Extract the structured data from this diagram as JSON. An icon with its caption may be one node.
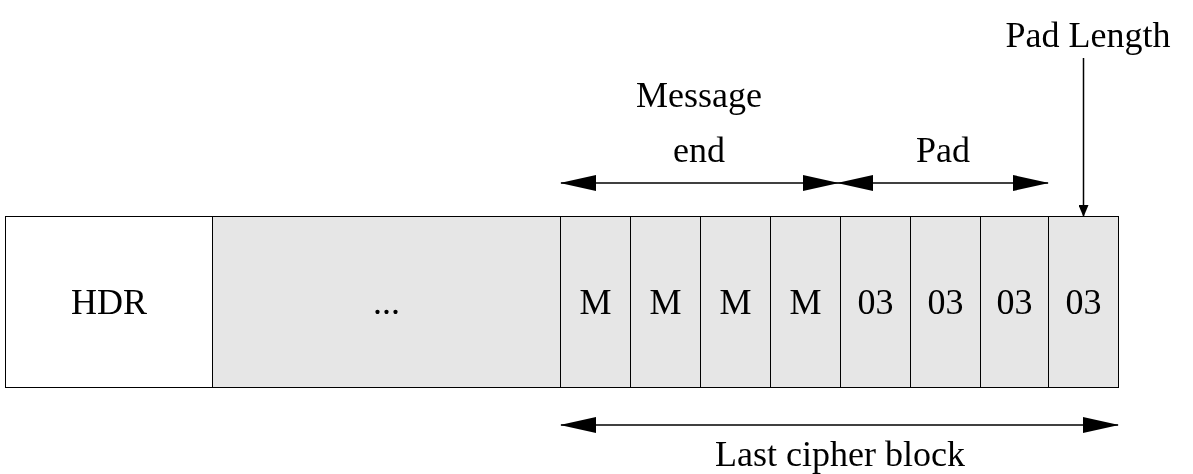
{
  "diagram": {
    "nodes": [
      {
        "text": [
          "Pad Length"
        ]
      },
      {
        "text": [
          "HDR"
        ]
      },
      {
        "text": [
          "..."
        ]
      },
      {
        "text": [
          "M"
        ]
      },
      {
        "text": [
          "M"
        ]
      },
      {
        "text": [
          "M"
        ]
      },
      {
        "text": [
          "M"
        ]
      },
      {
        "text": [
          "03"
        ]
      },
      {
        "text": [
          "03"
        ]
      },
      {
        "text": [
          "03"
        ]
      },
      {
        "text": [
          "03"
        ]
      }
    ],
    "edges": [
      {
        "from": 0,
        "to": 10,
        "arrow": "to"
      }
    ],
    "labels": [
      "Message end",
      "Pad",
      "Last cipher block"
    ]
  }
}
